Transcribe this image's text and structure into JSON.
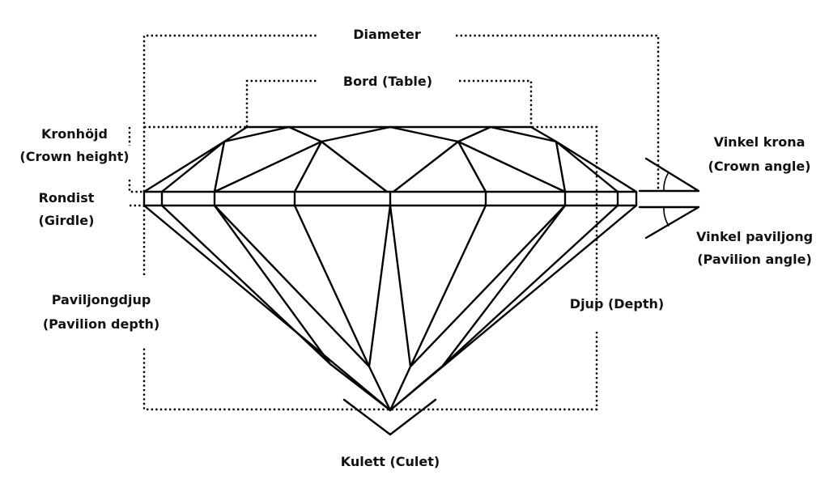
{
  "labels": {
    "diameter": "Diameter",
    "table": "Bord (Table)",
    "crown_height_sv": "Kronhöjd",
    "crown_height_en": "(Crown height)",
    "girdle_sv": "Rondist",
    "girdle_en": "(Girdle)",
    "pavilion_depth_sv": "Paviljongdjup",
    "pavilion_depth_en": "(Pavilion depth)",
    "depth": "Djup (Depth)",
    "crown_angle_sv": "Vinkel krona",
    "crown_angle_en": "(Crown angle)",
    "pavilion_angle_sv": "Vinkel paviljong",
    "pavilion_angle_en": "(Pavilion angle)",
    "culet": "Kulett (Culet)"
  },
  "colors": {
    "line": "#000000",
    "background": "#ffffff"
  }
}
